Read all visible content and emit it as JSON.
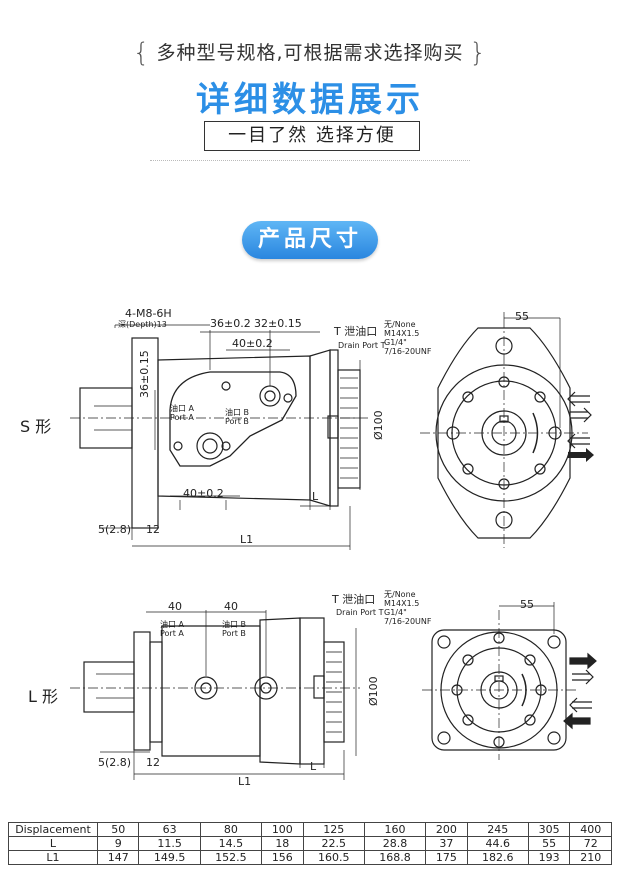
{
  "header": {
    "tagline": "多种型号规格,可根据需求选择购买",
    "title": "详细数据展示",
    "subtitle": "一目了然 选择方便"
  },
  "section": {
    "label": "产品尺寸"
  },
  "s_view": {
    "form_label": "S 形",
    "thread_label": "4-M8-6H",
    "depth_label": "深(Depth)13",
    "dim_36_02": "36±0.2",
    "dim_32_015": "32±0.15",
    "dim_40_02_top": "40±0.2",
    "dim_36_015": "36±0.15",
    "dim_40_02_bottom": "40±0.2",
    "dim_L": "L",
    "dim_L1": "L1",
    "dim_5": "5(2.8)",
    "dim_12": "12",
    "dim_100": "Ø100",
    "dim_55": "55",
    "port_a": "油口 A",
    "port_a_en": "Port A",
    "port_b": "油口 B",
    "port_b_en": "Port B",
    "drain_cn": "T 泄油口",
    "drain_en": "Drain Port T",
    "drain_spec1": "无/None",
    "drain_spec2": "M14X1.5",
    "drain_spec3": "G1/4\"",
    "drain_spec4": "7/16-20UNF"
  },
  "l_view": {
    "form_label": "L 形",
    "dim_40_left": "40",
    "dim_40_right": "40",
    "dim_L": "L",
    "dim_L1": "L1",
    "dim_5": "5(2.8)",
    "dim_12": "12",
    "dim_100": "Ø100",
    "dim_55": "55",
    "port_a": "油口 A",
    "port_a_en": "Port A",
    "port_b": "油口 B",
    "port_b_en": "Port B",
    "drain_cn": "T 泄油口",
    "drain_en": "Drain Port T",
    "drain_spec1": "无/None",
    "drain_spec2": "M14X1.5",
    "drain_spec3": "G1/4\"",
    "drain_spec4": "7/16-20UNF"
  },
  "table": {
    "rows": [
      {
        "head": "Displacement",
        "values": [
          "50",
          "63",
          "80",
          "100",
          "125",
          "160",
          "200",
          "245",
          "305",
          "400"
        ]
      },
      {
        "head": "L",
        "values": [
          "9",
          "11.5",
          "14.5",
          "18",
          "22.5",
          "28.8",
          "37",
          "44.6",
          "55",
          "72"
        ]
      },
      {
        "head": "L1",
        "values": [
          "147",
          "149.5",
          "152.5",
          "156",
          "160.5",
          "168.8",
          "175",
          "182.6",
          "193",
          "210"
        ]
      }
    ]
  }
}
